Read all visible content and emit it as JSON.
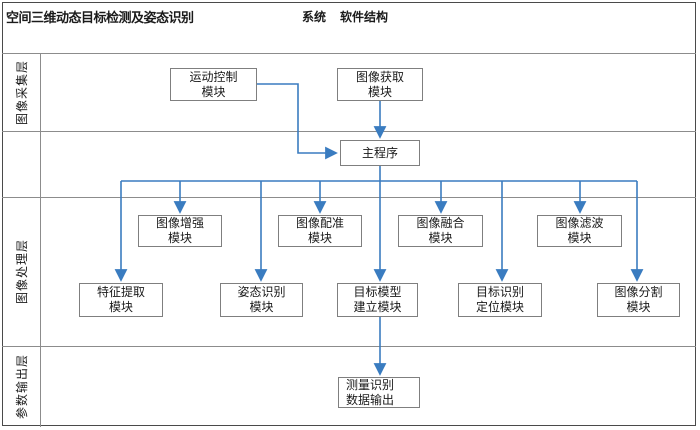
{
  "title": {
    "part1": "空间三维动态目标检测及姿态识别",
    "part2": "系统",
    "part3": "软件结构"
  },
  "layers": [
    {
      "id": "acquisition",
      "label": "图像采集层"
    },
    {
      "id": "processing",
      "label": "图像处理层"
    },
    {
      "id": "output",
      "label": "参数输出层"
    }
  ],
  "nodes": {
    "motion_control": {
      "label": "运动控制\n模块"
    },
    "image_capture": {
      "label": "图像获取\n模块"
    },
    "main_program": {
      "label": "主程序"
    },
    "image_enhance": {
      "label": "图像增强\n模块"
    },
    "image_register": {
      "label": "图像配准\n模块"
    },
    "image_fusion": {
      "label": "图像融合\n模块"
    },
    "image_filter": {
      "label": "图像滤波\n模块"
    },
    "feature_extract": {
      "label": "特征提取\n模块"
    },
    "pose_recognition": {
      "label": "姿态识别\n模块"
    },
    "target_model": {
      "label": "目标模型\n建立模块"
    },
    "target_locate": {
      "label": "目标识别\n定位模块"
    },
    "image_segment": {
      "label": "图像分割\n模块"
    },
    "measure_output": {
      "label": "测量识别\n数据输出"
    }
  },
  "colors": {
    "connector_blue": "#3a7cc0",
    "box_border": "#7f7f7f",
    "divider_gray": "#8c8c8c",
    "frame_dark": "#4a4a4a",
    "text": "#1a1a1a"
  }
}
